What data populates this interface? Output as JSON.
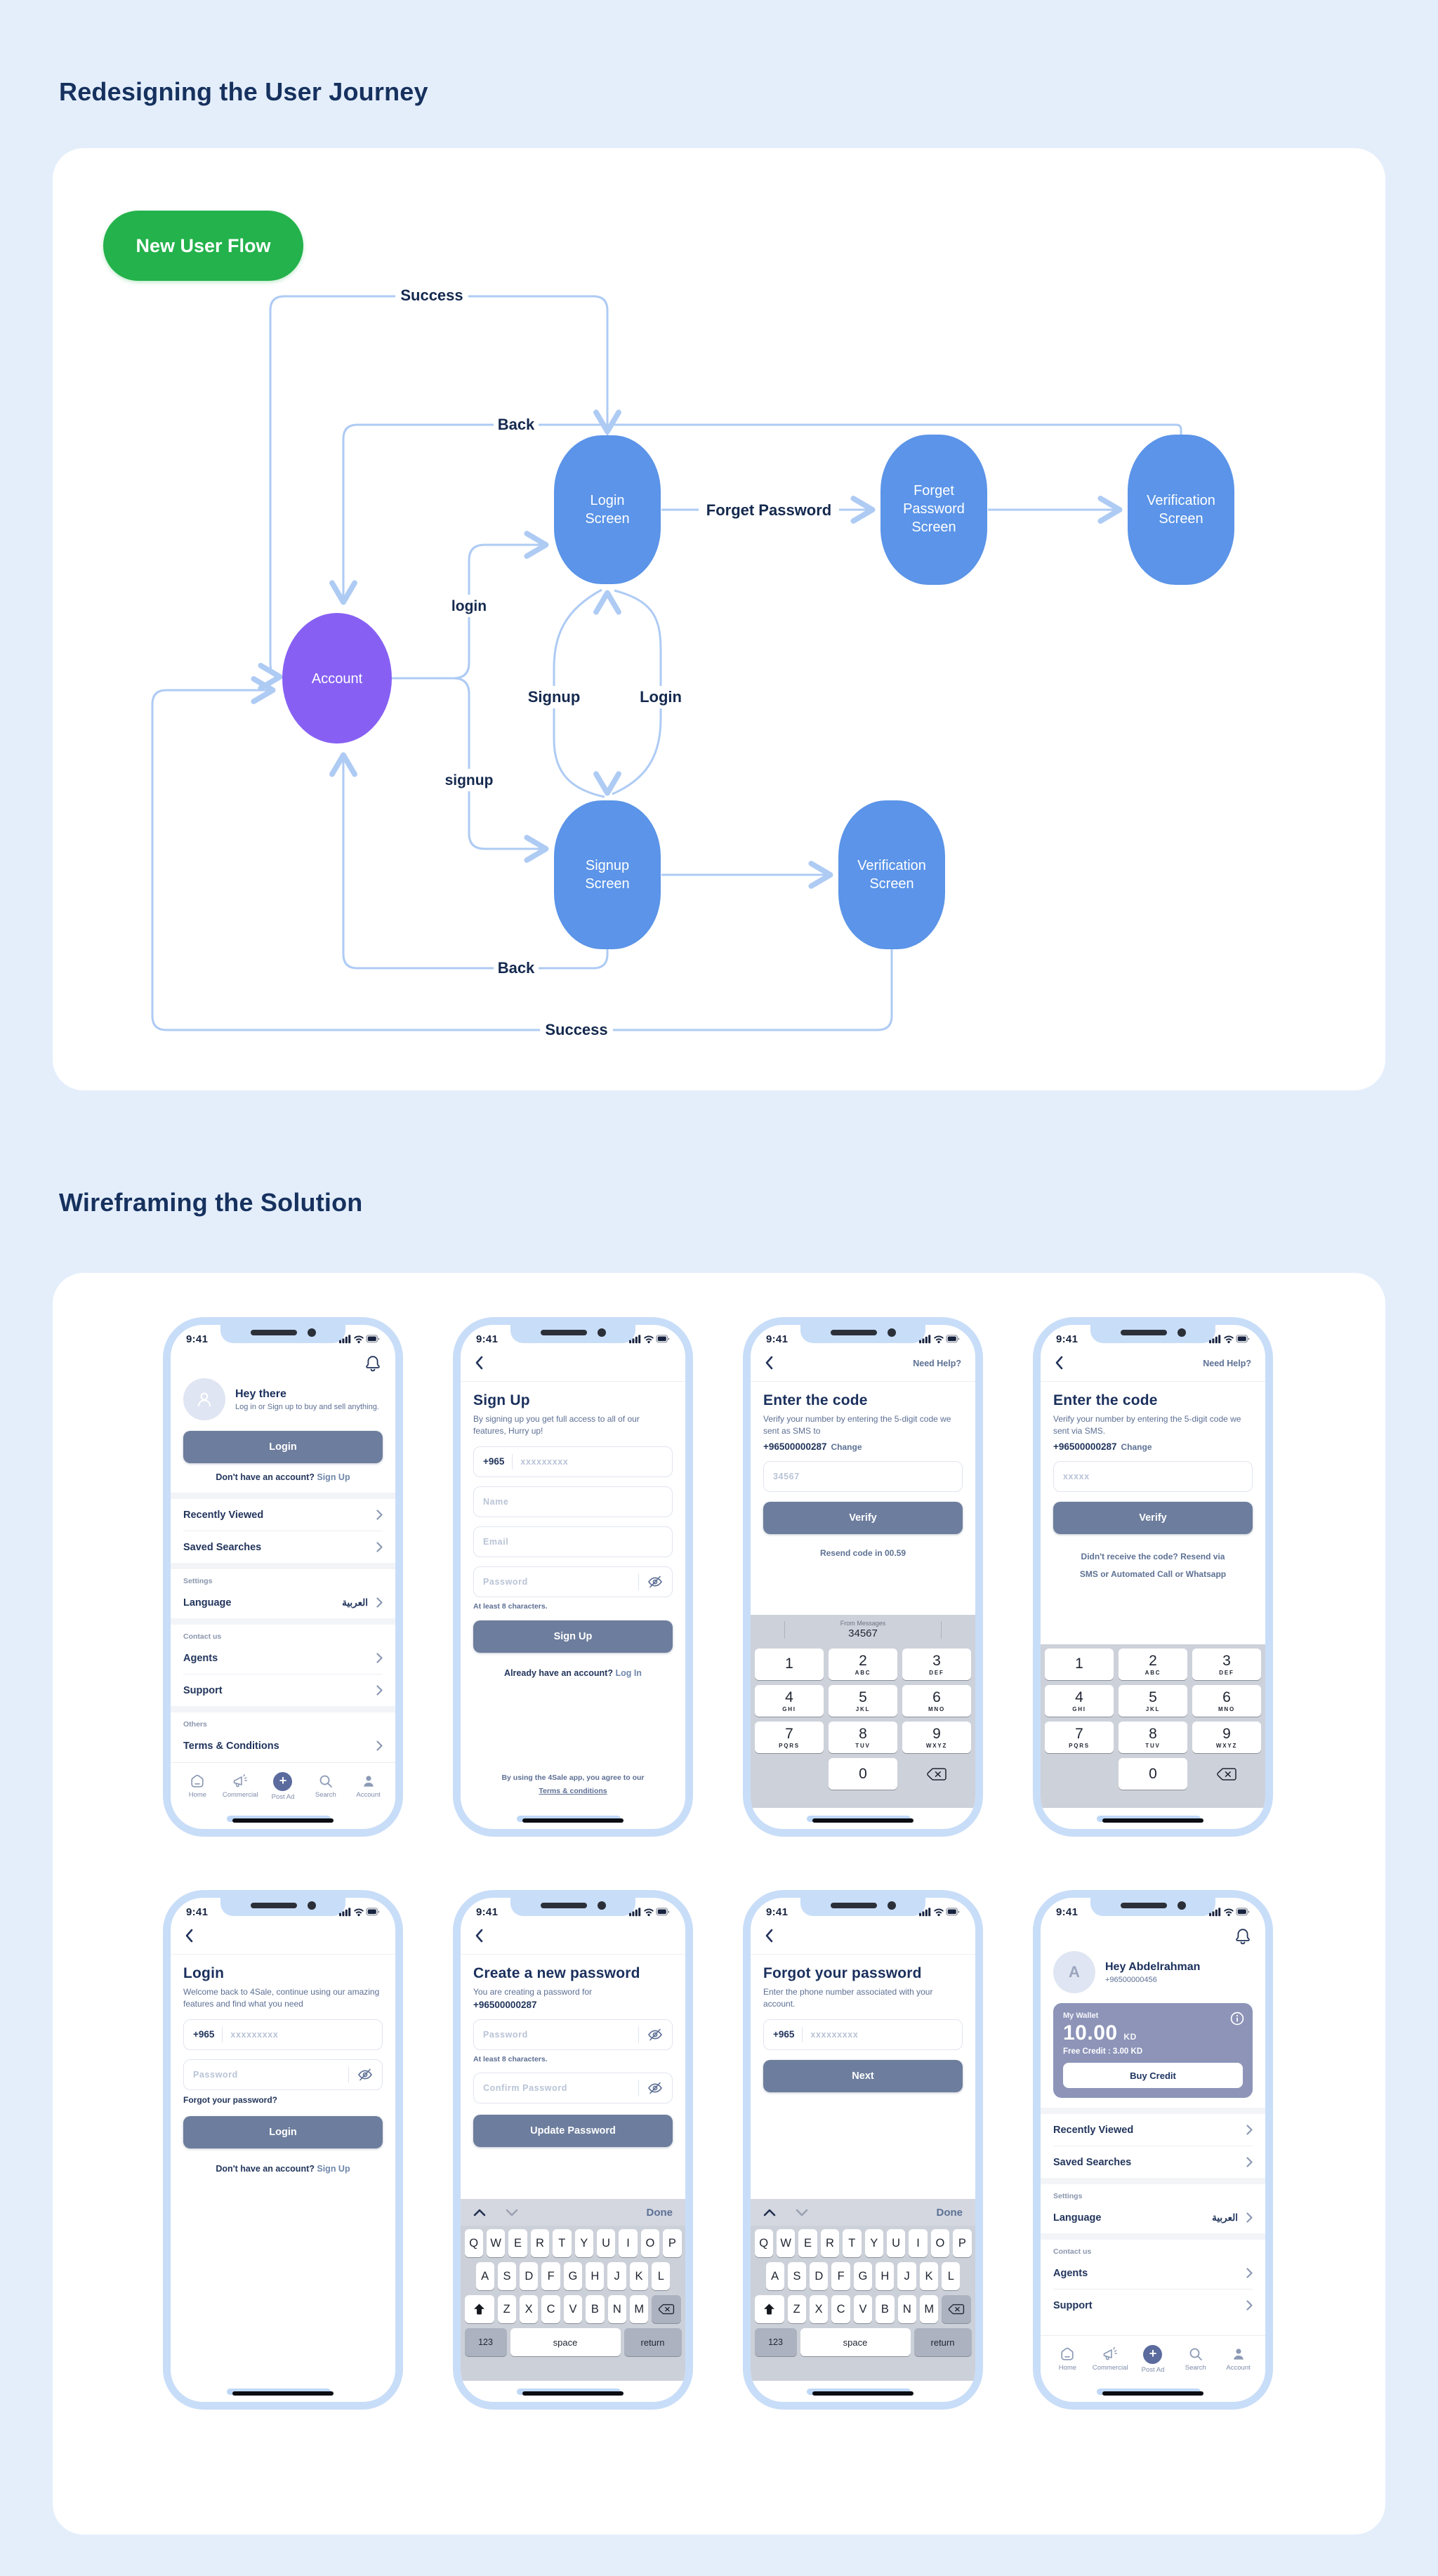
{
  "page": {
    "journey_title": "Redesigning the User Journey",
    "wireframes_title": "Wireframing the Solution",
    "flow_badge": "New User Flow"
  },
  "colors": {
    "page_bg": "#E4EEFB",
    "card_bg": "#FFFFFF",
    "heading_navy": "#16315E",
    "badge_green": "#23B24B",
    "node_blue": "#5B94E8",
    "node_purple": "#8760F3",
    "flow_line": "#AECBF4",
    "bezel_blue": "#C8DDF8",
    "button_slate": "#6D7D9D",
    "wallet_purple": "#8D94B8",
    "keyboard_gray": "#CCD0D9",
    "postad_circle": "#5B6B9E"
  },
  "flow": {
    "nodes": {
      "account": {
        "label": "Account"
      },
      "login": {
        "line1": "Login",
        "line2": "Screen"
      },
      "forget": {
        "line1": "Forget",
        "line2": "Password",
        "line3": "Screen"
      },
      "verify_top": {
        "line1": "Verification",
        "line2": "Screen"
      },
      "signup": {
        "line1": "Signup",
        "line2": "Screen"
      },
      "verify_bottom": {
        "line1": "Verification",
        "line2": "Screen"
      }
    },
    "labels": {
      "success_top": "Success",
      "back_top": "Back",
      "login_lower": "login",
      "signup_lower": "signup",
      "lens_signup": "Signup",
      "lens_login": "Login",
      "forget_password": "Forget Password",
      "back_bottom": "Back",
      "success_bottom": "Success"
    }
  },
  "status": {
    "time": "9:41"
  },
  "bottom_nav": {
    "items": [
      {
        "icon": "home-icon",
        "label": "Home"
      },
      {
        "icon": "megaphone-icon",
        "label": "Commercial"
      },
      {
        "icon": "plus-icon",
        "label": "Post Ad"
      },
      {
        "icon": "search-icon",
        "label": "Search"
      },
      {
        "icon": "person-icon",
        "label": "Account"
      }
    ]
  },
  "numpad": {
    "suggestion_source": "From Messages",
    "suggestion_value": "34567",
    "keys": [
      {
        "digit": "1",
        "letters": ""
      },
      {
        "digit": "2",
        "letters": "ABC"
      },
      {
        "digit": "3",
        "letters": "DEF"
      },
      {
        "digit": "4",
        "letters": "GHI"
      },
      {
        "digit": "5",
        "letters": "JKL"
      },
      {
        "digit": "6",
        "letters": "MNO"
      },
      {
        "digit": "7",
        "letters": "PQRS"
      },
      {
        "digit": "8",
        "letters": "TUV"
      },
      {
        "digit": "9",
        "letters": "WXYZ"
      }
    ],
    "zero": "0"
  },
  "keyboard": {
    "rows": [
      [
        "Q",
        "W",
        "E",
        "R",
        "T",
        "Y",
        "U",
        "I",
        "O",
        "P"
      ],
      [
        "A",
        "S",
        "D",
        "F",
        "G",
        "H",
        "J",
        "K",
        "L"
      ],
      [
        "Z",
        "X",
        "C",
        "V",
        "B",
        "N",
        "M"
      ]
    ],
    "key_numbers": "123",
    "key_space": "space",
    "key_return": "return",
    "done": "Done"
  },
  "phones": {
    "p1": {
      "greeting_title": "Hey there",
      "greeting_sub": "Log in or Sign up to buy and sell anything.",
      "login_button": "Login",
      "signup_prompt": "Don't have an account?",
      "signup_link": "Sign Up",
      "menu": {
        "recently": "Recently Viewed",
        "saved": "Saved Searches",
        "settings": "Settings",
        "language": "Language",
        "language_value": "العربية",
        "contact": "Contact us",
        "agents": "Agents",
        "support": "Support",
        "others": "Others",
        "terms": "Terms & Conditions"
      }
    },
    "p2": {
      "title": "Sign Up",
      "subtitle": "By signing up you get full access to all of our features, Hurry up!",
      "dial_code": "+965",
      "phone_placeholder": "xxxxxxxxx",
      "name_placeholder": "Name",
      "email_placeholder": "Email",
      "password_placeholder": "Password",
      "password_hint": "At least 8 characters.",
      "submit": "Sign Up",
      "login_prompt": "Already have an account?",
      "login_link": "Log In",
      "footer_line1": "By using the 4Sale app, you agree to our",
      "footer_link": "Terms & conditions"
    },
    "p3": {
      "help": "Need Help?",
      "title": "Enter the code",
      "subtitle": "Verify your number by entering the 5-digit code we sent as SMS to",
      "phone_number": "+96500000287",
      "change_link": "Change",
      "code_placeholder": "34567",
      "verify": "Verify",
      "resend": "Resend code in 00.59"
    },
    "p4": {
      "help": "Need Help?",
      "title": "Enter the code",
      "subtitle": "Verify your number by entering the 5-digit code we sent via SMS.",
      "phone_number": "+96500000287",
      "change_link": "Change",
      "code_placeholder": "xxxxx",
      "verify": "Verify",
      "resend_line1": "Didn't receive the code? Resend via",
      "resend_line2": "SMS or Automated Call or Whatsapp"
    },
    "p5": {
      "title": "Login",
      "subtitle": "Welcome back to 4Sale, continue using our amazing features and find what you need",
      "dial_code": "+965",
      "phone_placeholder": "xxxxxxxxx",
      "password_placeholder": "Password",
      "forgot_link": "Forgot your password?",
      "submit": "Login",
      "signup_prompt": "Don't have an account?",
      "signup_link": "Sign Up"
    },
    "p6": {
      "title": "Create a new password",
      "subtitle": "You are creating a password for",
      "phone_number": "+96500000287",
      "password_placeholder": "Password",
      "password_hint": "At least 8 characters.",
      "confirm_placeholder": "Confirm Password",
      "submit": "Update Password"
    },
    "p7": {
      "title": "Forgot your password",
      "subtitle": "Enter the phone number associated with your account.",
      "dial_code": "+965",
      "phone_placeholder": "xxxxxxxxx",
      "submit": "Next"
    },
    "p8": {
      "greeting_title": "Hey Abdelrahman",
      "phone_number": "+96500000456",
      "wallet": {
        "label": "My Wallet",
        "amount": "10.00",
        "currency": "KD",
        "free_credit": "Free Credit : 3.00 KD",
        "buy_button": "Buy Credit"
      },
      "menu": {
        "recently": "Recently Viewed",
        "saved": "Saved Searches",
        "settings": "Settings",
        "language": "Language",
        "language_value": "العربية",
        "contact": "Contact us",
        "agents": "Agents",
        "support": "Support"
      }
    }
  }
}
